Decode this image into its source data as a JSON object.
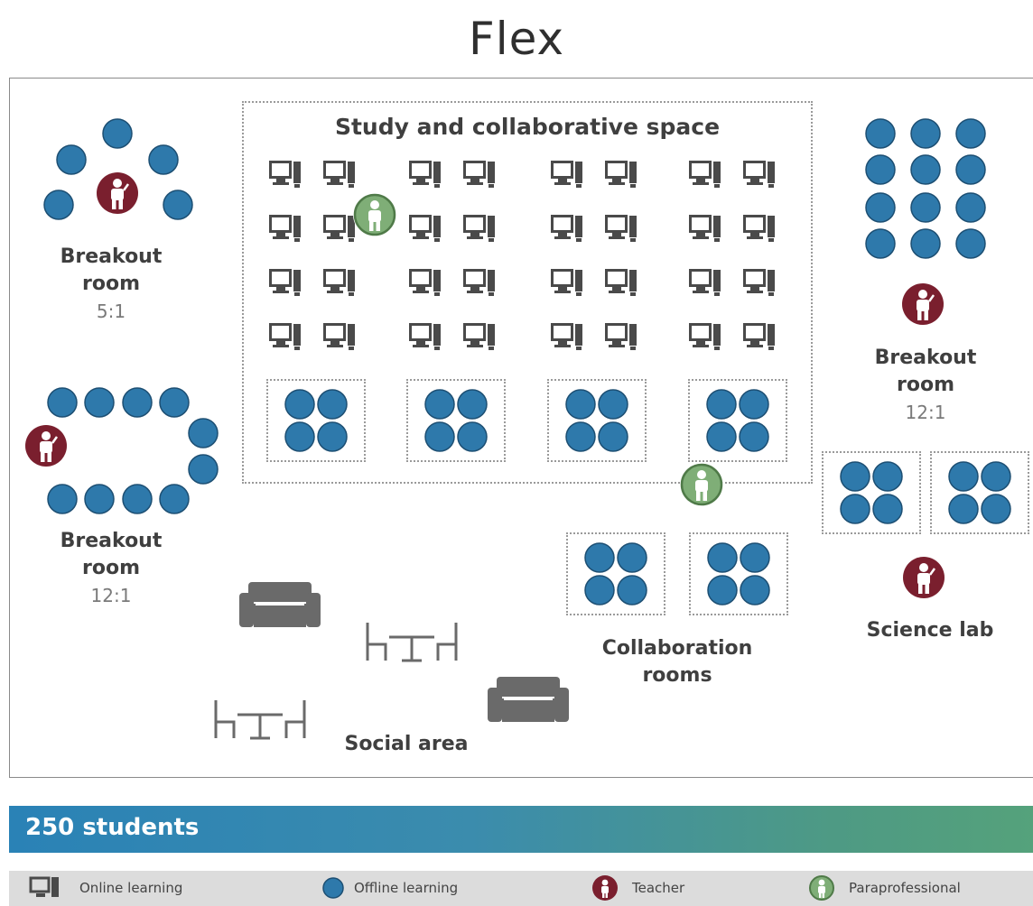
{
  "title": "Flex",
  "areas": {
    "study": "Study and collaborative space",
    "breakout_top_left": {
      "label_line1": "Breakout",
      "label_line2": "room",
      "ratio": "5:1"
    },
    "breakout_bottom_left": {
      "label_line1": "Breakout",
      "label_line2": "room",
      "ratio": "12:1"
    },
    "breakout_right": {
      "label_line1": "Breakout",
      "label_line2": "room",
      "ratio": "12:1"
    },
    "collaboration": {
      "label_line1": "Collaboration",
      "label_line2": "rooms"
    },
    "science_lab": "Science lab",
    "social": "Social area"
  },
  "banner": {
    "text": "250 students"
  },
  "legend": {
    "online": "Online learning",
    "offline": "Offline learning",
    "teacher": "Teacher",
    "paraprofessional": "Paraprofessional"
  },
  "colors": {
    "student": "#2e79ab",
    "teacher": "#7a1f2e",
    "paraprofessional": "#7fae77",
    "computer": "#4a4a4a",
    "furniture": "#6a6a6a"
  },
  "icons": {
    "online": "computer-icon",
    "offline": "student-circle-icon",
    "teacher": "teacher-icon",
    "paraprofessional": "paraprofessional-icon",
    "sofa": "sofa-icon",
    "table": "table-chairs-icon"
  }
}
